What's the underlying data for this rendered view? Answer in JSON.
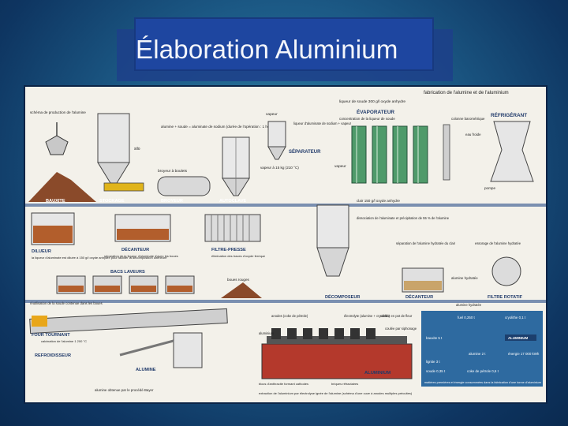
{
  "slide": {
    "title": "Élaboration Aluminium"
  },
  "poster": {
    "caption": "fabrication de l'alumine et de l'aluminium",
    "schema_label": "schéma de production de l'alumine",
    "silo": "silo",
    "alumine_soude": "alumine + soude = aluminate de sodium (durée de l'opération : 1 heure)",
    "broyeur_boulets": "broyeur à boulets",
    "vapeur_top": "vapeur",
    "vapeur_pressure": "vapeur à 15 kg (210 °C)",
    "liqueur_soude": "liqueur de soude 300 g/l oxyde anhydre",
    "evaporateur": "ÉVAPORATEUR",
    "evap_sub": "concentration de la liqueur de soude",
    "colonne": "colonne barométrique",
    "refrigerant": "RÉFRIGÉRANT",
    "eau_froide": "eau froide",
    "separateur": "SÉPARATEUR",
    "liqueur_aluminate": "liqueur d'aluminate de sodium + vapeur",
    "vapeur_mid": "vapeur",
    "pompe": "pompe",
    "bauxite": "BAUXITE",
    "stockage": "STOCKAGE",
    "broyeur": "BROYEUR",
    "autoclave": "AUTOCLAVE",
    "clair": "clair 150 g/l oxyde anhydre",
    "dilueur": "DILUEUR",
    "dilueur_sub": "la liqueur d'aluminate est diluée à 150 g/l oxyde anhydre pour faciliter la décomposition ultérieure",
    "decanteur": "DÉCANTEUR",
    "decanteur_sub": "séparation de la liqueur d'aluminate d'avec les boues",
    "filtre_presse": "FILTRE-PRESSE",
    "filtre_sub": "élimination des traces d'oxyde ferrique",
    "dissociation": "dissociation de l'aluminate et précipitation de 55 % de l'alumine",
    "separation_hydratee": "séparation de l'alumine hydratée du clair",
    "essorage": "essorage de l'alumine hydratée",
    "bacs_laveurs": "BACS LAVEURS",
    "boues_rouges": "boues rouges",
    "alumine_hydratee": "alumine hydratée",
    "reutilisation": "réutilisation de la soude contenue dans les boues",
    "decomposeur": "DÉCOMPOSEUR",
    "decanteur2": "DÉCANTEUR",
    "filtre_rotatif": "FILTRE ROTATIF",
    "alumine_hydratee2": "alumine hydratée",
    "four_tournant": "FOUR TOURNANT",
    "four_sub": "calcination de l'alumine 1 200 °C",
    "refroidisseur": "REFROIDISSEUR",
    "alumine": "ALUMINE",
    "alumine_bayer": "alumine obtenue par le procédé Bayer",
    "anodes": "anodes (coke de pétrole)",
    "electrolyte": "électrolyte (alumine + cryolithe)",
    "coulee": "coulée en pot de fleur",
    "coulee_siphonage": "coulée par siphonage",
    "aluminium_small": "aluminium",
    "blocs": "blocs d'anthracite formant cathodes",
    "briques": "briques réfractaires",
    "aluminium_big": "ALUMINIUM",
    "extraction": "extraction de l'aluminium par électrolyse ignée de l'alumine (schéma d'une cuve à anodes multiples précuites)",
    "fuel": "fuel 0,250 t",
    "cryolithe": "cryolithe 0,1 t",
    "bauxite_qty": "bauxite 5 t",
    "aluminium_qty": "ALUMINIUM",
    "alumine_qty": "alumine 2 t",
    "energie": "énergie 17 000 kWh",
    "soude": "soude 0,35 t",
    "lignite": "lignite 3 t",
    "coke": "coke de pétrole 0,6 t",
    "matieres": "matières premières et énergie consommées dans la fabrication d'une tonne d'aluminium"
  }
}
